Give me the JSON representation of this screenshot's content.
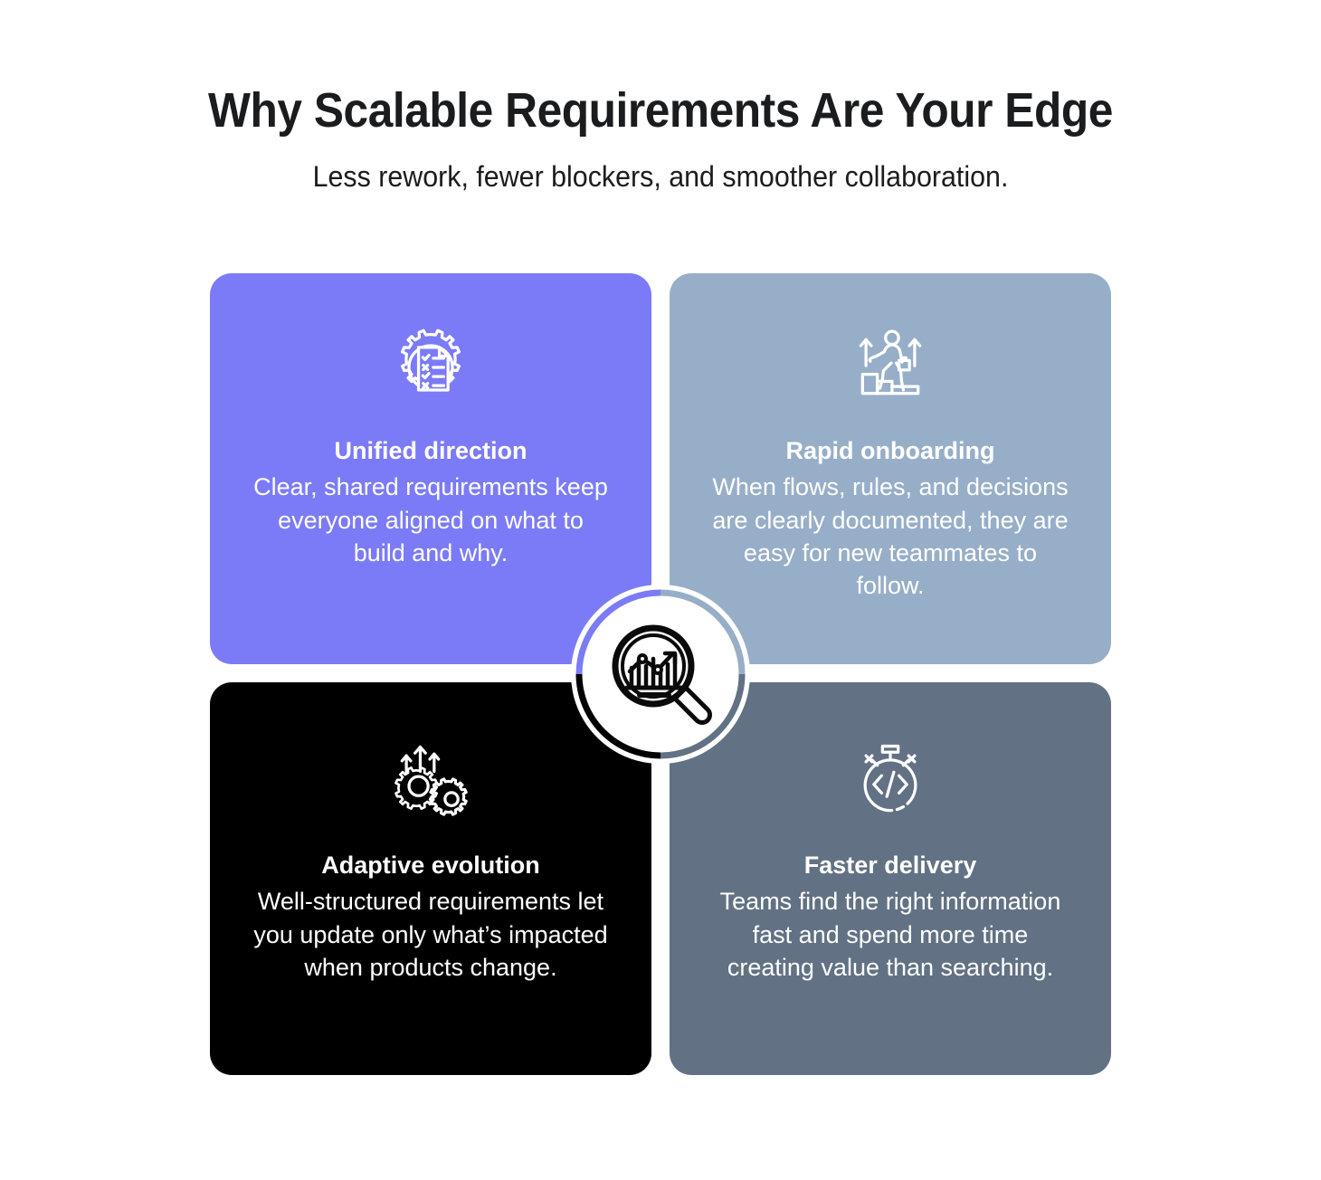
{
  "header": {
    "title": "Why Scalable Requirements Are Your Edge",
    "subtitle": "Less rework, fewer blockers, and smoother collaboration."
  },
  "colors": {
    "background": "#ffffff",
    "title_text": "#1b1c1e",
    "card_purple": "#7b7bf7",
    "card_light_slate": "#97aec8",
    "card_black": "#000000",
    "card_slate": "#627184",
    "card_text": "#ffffff",
    "badge_fill": "#ffffff",
    "badge_icon": "#000000"
  },
  "cards": [
    {
      "icon": "gear-checklist-icon",
      "title": "Unified direction",
      "description": "Clear, shared requirements keep everyone aligned on what to build and why."
    },
    {
      "icon": "person-climbing-stairs-icon",
      "title": "Rapid onboarding",
      "description": "When flows, rules, and decisions are clearly documented, they are easy for new teammates to follow."
    },
    {
      "icon": "gears-arrows-icon",
      "title": "Adaptive evolution",
      "description": "Well-structured requirements let you update only what’s impacted when products change."
    },
    {
      "icon": "stopwatch-code-icon",
      "title": "Faster delivery",
      "description": "Teams find the right information fast and spend more time creating value than searching."
    }
  ],
  "center_badge": {
    "icon": "magnifier-chart-icon"
  }
}
